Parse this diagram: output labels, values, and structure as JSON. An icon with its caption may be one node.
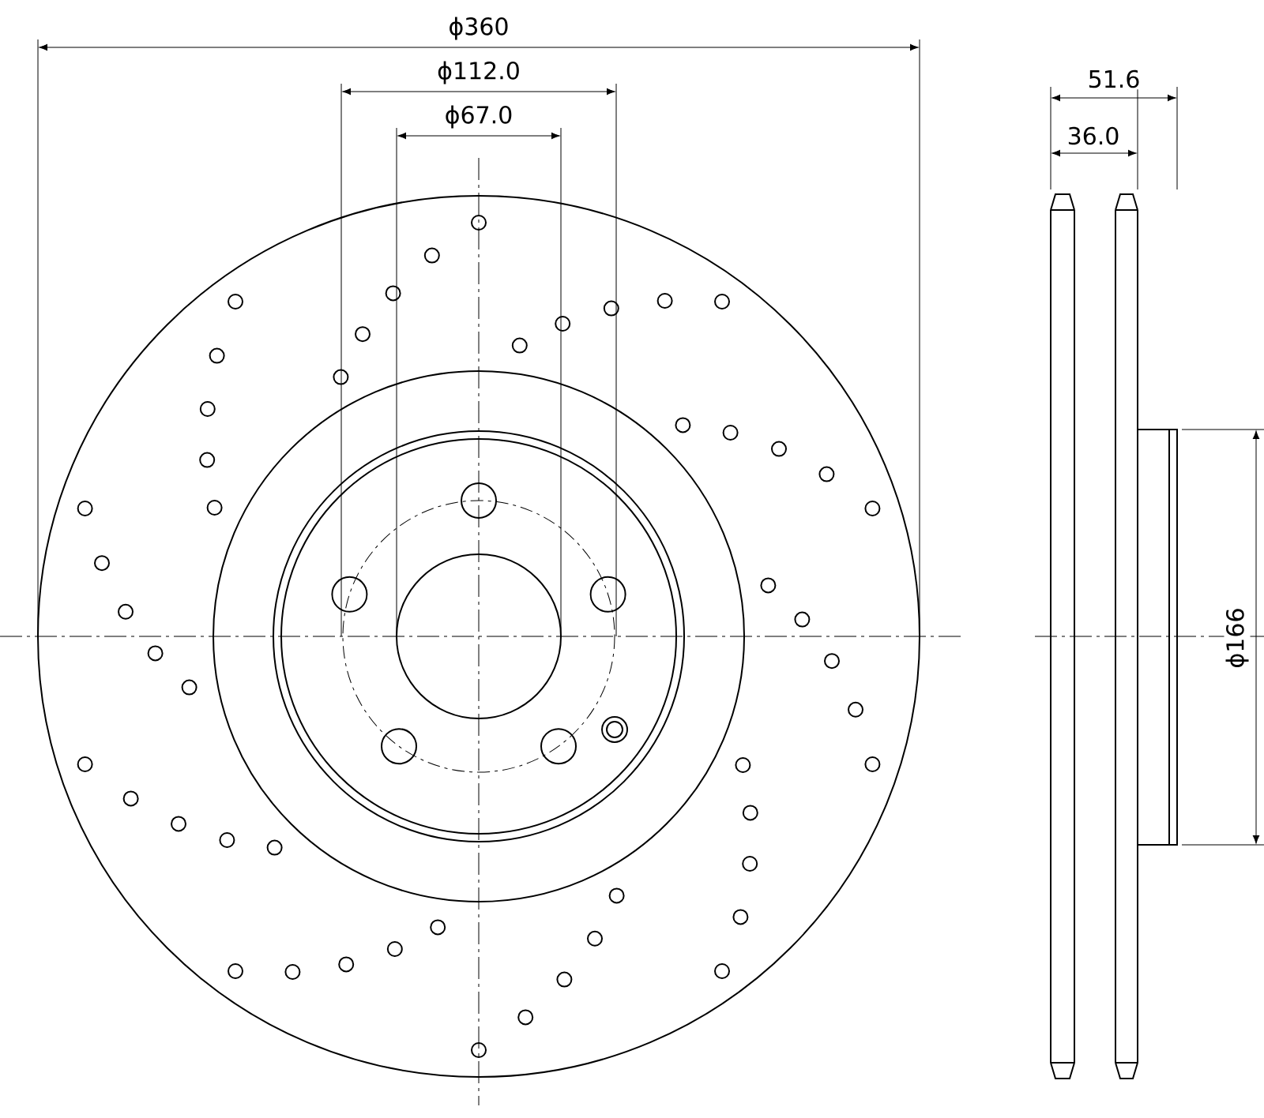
{
  "diagram": {
    "labels": [
      "ϕ360",
      "ϕ112.0",
      "ϕ67.0",
      "51.6",
      "36.0",
      "ϕ166"
    ]
  }
}
